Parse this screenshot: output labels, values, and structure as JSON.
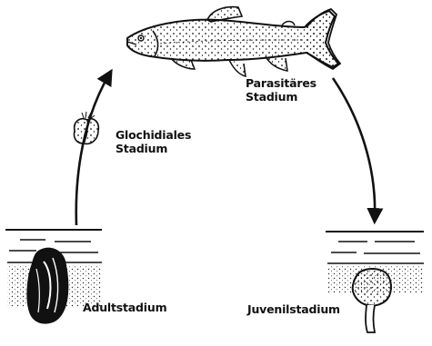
{
  "labels": {
    "glochidial": [
      "Glochidiales",
      "Stadium"
    ],
    "parasitic": [
      "Parasitäres",
      "Stadium"
    ],
    "adult": "Adultstadium",
    "juvenile": "Juvenilstadium"
  },
  "colors": {
    "ink": "#111111",
    "background": "#ffffff"
  }
}
